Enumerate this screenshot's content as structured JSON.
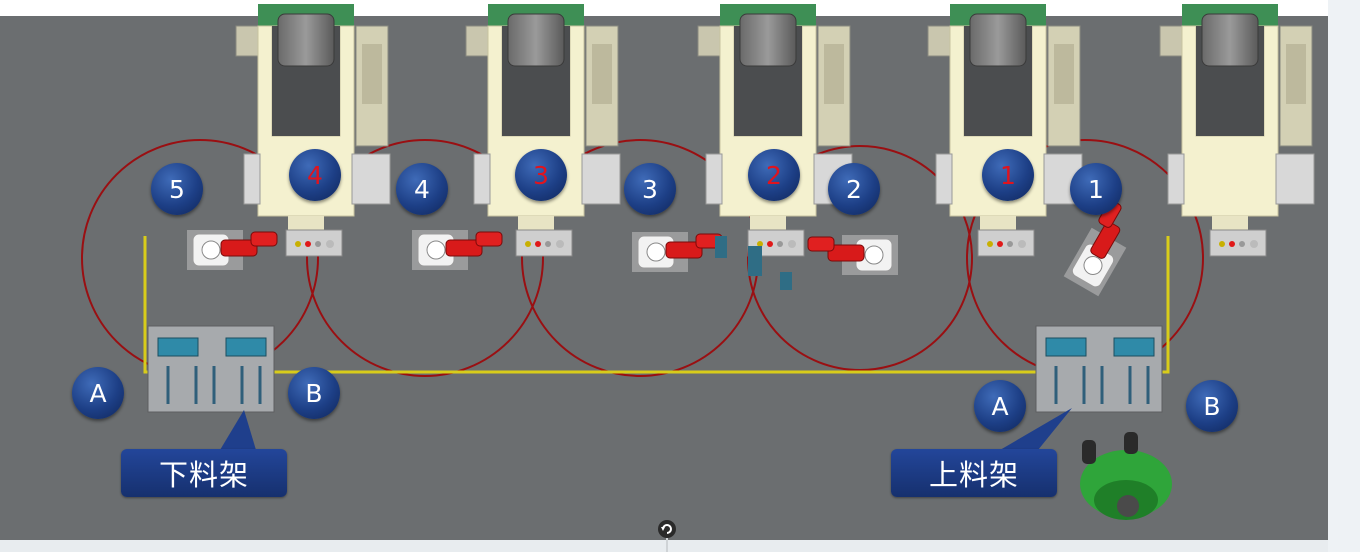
{
  "stations": [
    {
      "label": "4",
      "label_color": "red"
    },
    {
      "label": "3",
      "label_color": "red"
    },
    {
      "label": "2",
      "label_color": "red"
    },
    {
      "label": "1",
      "label_color": "red"
    }
  ],
  "robots": [
    {
      "label": "5"
    },
    {
      "label": "4"
    },
    {
      "label": "3"
    },
    {
      "label": "2"
    },
    {
      "label": "1"
    }
  ],
  "racks": {
    "unload": {
      "callout": "下料架",
      "side_a": "A",
      "side_b": "B"
    },
    "load": {
      "callout": "上料架",
      "side_a": "A",
      "side_b": "B"
    }
  },
  "colors": {
    "floor": "#6b6e70",
    "machine_body": "#f4f1cf",
    "machine_top": "#3e8f55",
    "robot_reach": "#9a0f12",
    "safety_fence": "#d8cc1a",
    "badge": "#1d3f86",
    "callout": "#1f3f8c",
    "operator": "#2fa53a"
  },
  "icons": [
    "rotate-icon",
    "operator-figure",
    "robot-arm"
  ]
}
